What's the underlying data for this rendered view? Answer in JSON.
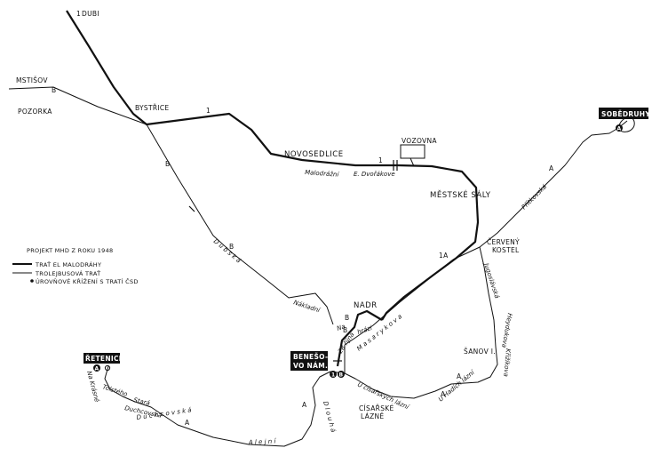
{
  "places": {
    "dubi": "DUBI",
    "dubi_prefix": "1",
    "mstisov": "MSTIŠOV",
    "pozorka": "POZORKA",
    "bystrice": "BYSTŘICE",
    "novosedlice": "NOVOSEDLICE",
    "vozovna": "VOZOVNA",
    "mestske_saly": "MĚSTSKÉ SÁLY",
    "cerveny_kostel_1": "ČERVENÝ",
    "cerveny_kostel_2": "KOSTEL",
    "sobedruhy": "SOBĚDRUHY",
    "nadr": "NADR",
    "beneso_1": "BENEŠO-",
    "beneso_2": "VO NÁM.",
    "retenice": "ŘETENICE",
    "sanov": "ŠANOV I.",
    "cisarske_1": "CÍSAŘSKÉ",
    "cisarske_2": "LÁZNĚ"
  },
  "streets": {
    "malodrazni": "Malodrážní",
    "dvorakove": "E. Dvořákove",
    "masarykova": "M a s a r y k o v a",
    "dubska": "D u b s k á",
    "nakladni": "Nákladní",
    "na_b": "Na",
    "hrazi": "hrázi",
    "brijna": "28 října",
    "pritkovska": "Přítkovská",
    "jugoslavska": "Jugoslávská",
    "heydukova": "Heydukova",
    "krizikova": "Křižíkova",
    "hadich": "U Hadích lázní",
    "cisarskych": "U císařských lázní",
    "duchcovska": "D u c h c o v s k á",
    "stara_1": "Stará",
    "stara_2": "Duchcovská",
    "tolsteho": "Tolstého",
    "nakrasne": "Na Krásné",
    "aleje": "A l e j n í",
    "dlouha": "D l o u h á"
  },
  "line_markers": {
    "one": "1",
    "b": "B",
    "a": "A",
    "one_a": "1A"
  },
  "legend": {
    "title": "PROJEKT  MHD Z ROKU  1948",
    "tram": "TRAŤ EL MALODRÁHY",
    "trolley": "TROLEJBUSOVÁ TRAŤ",
    "crossing": "ÚROVŇOVÉ KŘÍŽENÍ S TRATÍ ČSD"
  },
  "terminal_badges": {
    "sobedruhy": "A",
    "retenice": "A",
    "beneso_1": "1",
    "beneso_b": "B"
  },
  "colors": {
    "ink": "#111111",
    "paper": "#ffffff"
  }
}
